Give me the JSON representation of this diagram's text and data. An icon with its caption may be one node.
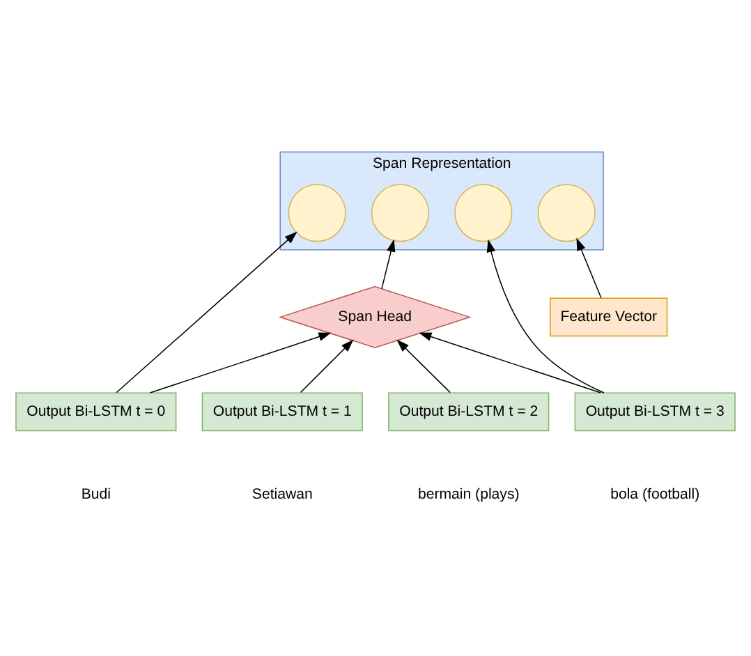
{
  "diagram": {
    "nodes": [
      {
        "text": [
          "Span Representation"
        ]
      },
      {
        "text": [],
        "shape": "circle",
        "in": 0
      },
      {
        "text": [],
        "shape": "circle",
        "in": 0
      },
      {
        "text": [],
        "shape": "circle",
        "in": 0
      },
      {
        "text": [],
        "shape": "circle",
        "in": 0
      },
      {
        "text": [
          "Span Head"
        ]
      },
      {
        "text": [
          "Feature Vector"
        ]
      },
      {
        "text": [
          "Output Bi-LSTM t = 0"
        ],
        "beside": [
          "Budi"
        ]
      },
      {
        "text": [
          "Output Bi-LSTM t = 1"
        ],
        "beside": [
          "Setiawan"
        ]
      },
      {
        "text": [
          "Output Bi-LSTM t = 2"
        ],
        "beside": [
          "bermain (plays)"
        ]
      },
      {
        "text": [
          "Output Bi-LSTM t = 3"
        ],
        "beside": [
          "bola (football)"
        ]
      }
    ],
    "edges": [
      {
        "from": 7,
        "to": 1,
        "arrow": "to"
      },
      {
        "from": 5,
        "to": 2,
        "arrow": "to"
      },
      {
        "from": 10,
        "to": 3,
        "arrow": "to"
      },
      {
        "from": 6,
        "to": 4,
        "arrow": "to"
      },
      {
        "from": 7,
        "to": 5,
        "arrow": "to"
      },
      {
        "from": 8,
        "to": 5,
        "arrow": "to"
      },
      {
        "from": 9,
        "to": 5,
        "arrow": "to"
      },
      {
        "from": 10,
        "to": 5,
        "arrow": "to"
      }
    ]
  }
}
